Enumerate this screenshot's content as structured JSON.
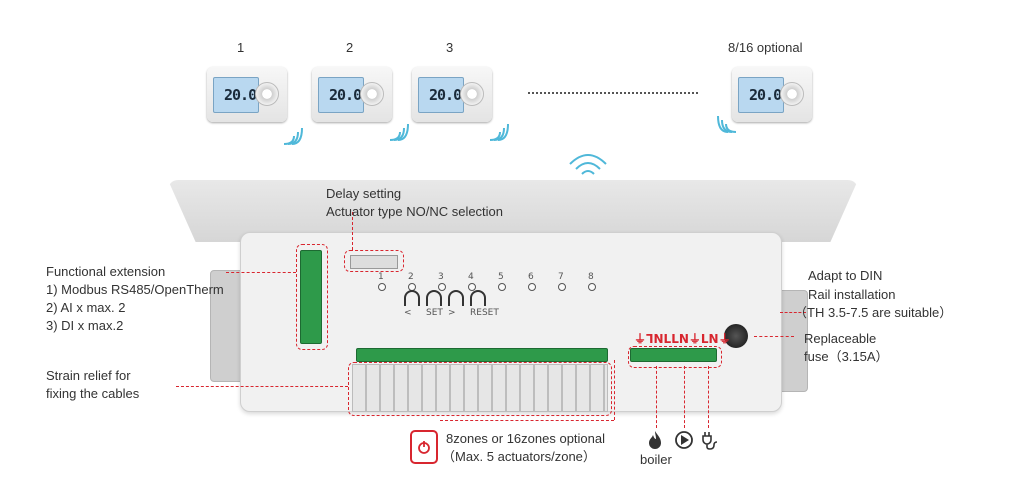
{
  "thermostats": {
    "labels": [
      "1",
      "2",
      "3",
      "8/16 optional"
    ],
    "display_value": "20.0"
  },
  "annotations": {
    "delay_setting": "Delay setting",
    "actuator_type": "Actuator type NO/NC selection",
    "functional_extension": "Functional extension",
    "modbus": "1) Modbus RS485/OpenTherm",
    "ai": "2) AI x max. 2",
    "di": "3) DI x max.2",
    "strain_relief": "Strain relief for",
    "fixing_cables": "fixing the cables",
    "din_1": "Adapt to DIN",
    "din_2": "Rail installation",
    "din_3": "（TH 3.5-7.5 are suitable）",
    "fuse_1": "Replaceable",
    "fuse_2": "fuse（3.15A）",
    "zones_1": "8zones or 16zones optional",
    "zones_2": "（Max. 5 actuators/zone）",
    "boiler": "boiler",
    "terminal_marks": "⏚ᒣNLLN⏚LN⏚"
  },
  "board": {
    "zone_numbers": [
      "1",
      "2",
      "3",
      "4",
      "5",
      "6",
      "7",
      "8"
    ],
    "button_labels": [
      "<",
      "SET",
      ">",
      "RESET"
    ]
  },
  "icons": {
    "wifi": "wifi-icon",
    "flame": "flame-icon",
    "pump": "pump-icon",
    "plug": "plug-icon",
    "power": "power-button-icon"
  },
  "colors": {
    "accent": "#d8262f",
    "wifi": "#4fb8d9",
    "terminal": "#2e9a4a"
  }
}
